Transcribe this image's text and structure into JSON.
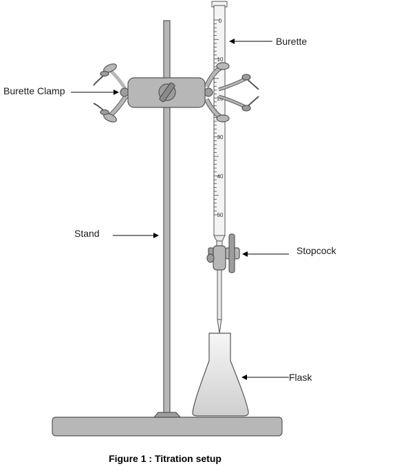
{
  "labels": {
    "burette": "Burette",
    "burette_clamp": "Burette Clamp",
    "stand": "Stand",
    "stopcock": "Stopcock",
    "flask": "Flask"
  },
  "caption": "Figure 1 : Titration setup",
  "burette_scale": [
    "0",
    "10",
    "20",
    "30",
    "40",
    "50"
  ],
  "colors": {
    "metal": "#b7b7b7",
    "outline": "#555555",
    "text": "#1a1a1a"
  }
}
